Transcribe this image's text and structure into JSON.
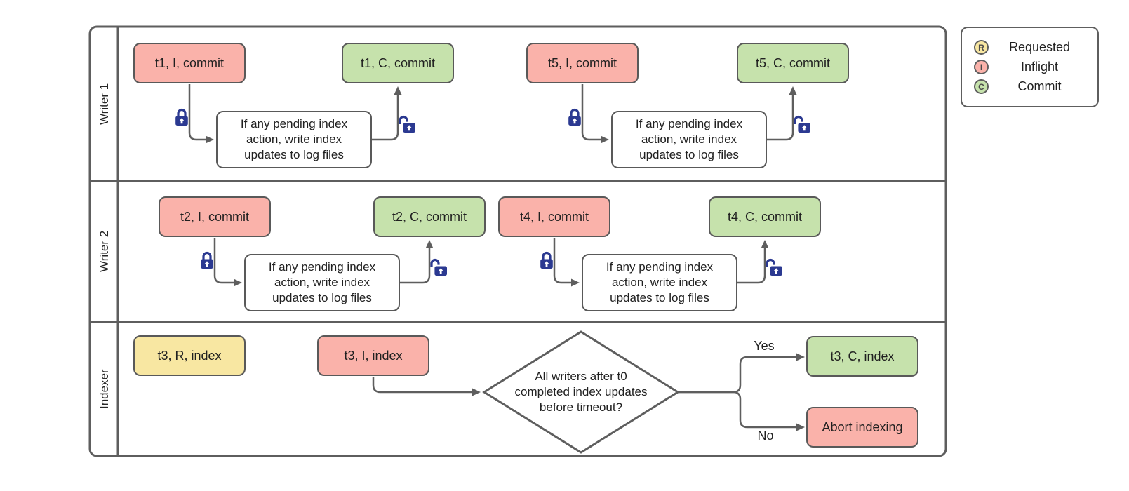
{
  "diagram": {
    "pool": {
      "lanes": [
        "Writer 1",
        "Writer 2",
        "Indexer"
      ]
    },
    "process_note_lines": [
      "If any pending index",
      "action, write index",
      "updates to log files"
    ],
    "nodes": {
      "t1_i": "t1, I, commit",
      "t1_c": "t1, C, commit",
      "t5_i": "t5, I, commit",
      "t5_c": "t5, C, commit",
      "t2_i": "t2, I, commit",
      "t2_c": "t2, C, commit",
      "t4_i": "t4, I, commit",
      "t4_c": "t4, C, commit",
      "t3_r": "t3, R, index",
      "t3_i": "t3, I, index",
      "t3_c": "t3, C, index",
      "abort": "Abort indexing"
    },
    "decision_lines": [
      "All writers after t0",
      "completed index updates",
      "before timeout?"
    ],
    "branch_labels": {
      "yes": "Yes",
      "no": "No"
    },
    "legend": [
      {
        "letter": "R",
        "label": "Requested",
        "color": "#F8E7A2"
      },
      {
        "letter": "I",
        "label": "Inflight",
        "color": "#FAB2AA"
      },
      {
        "letter": "C",
        "label": "Commit",
        "color": "#C6E2AC"
      }
    ],
    "colors": {
      "requested": "#F8E7A2",
      "inflight": "#FAB2AA",
      "commit": "#C6E2AC",
      "node_border": "#595959",
      "line": "#5e5e5e",
      "lock": "#2B3991"
    }
  }
}
